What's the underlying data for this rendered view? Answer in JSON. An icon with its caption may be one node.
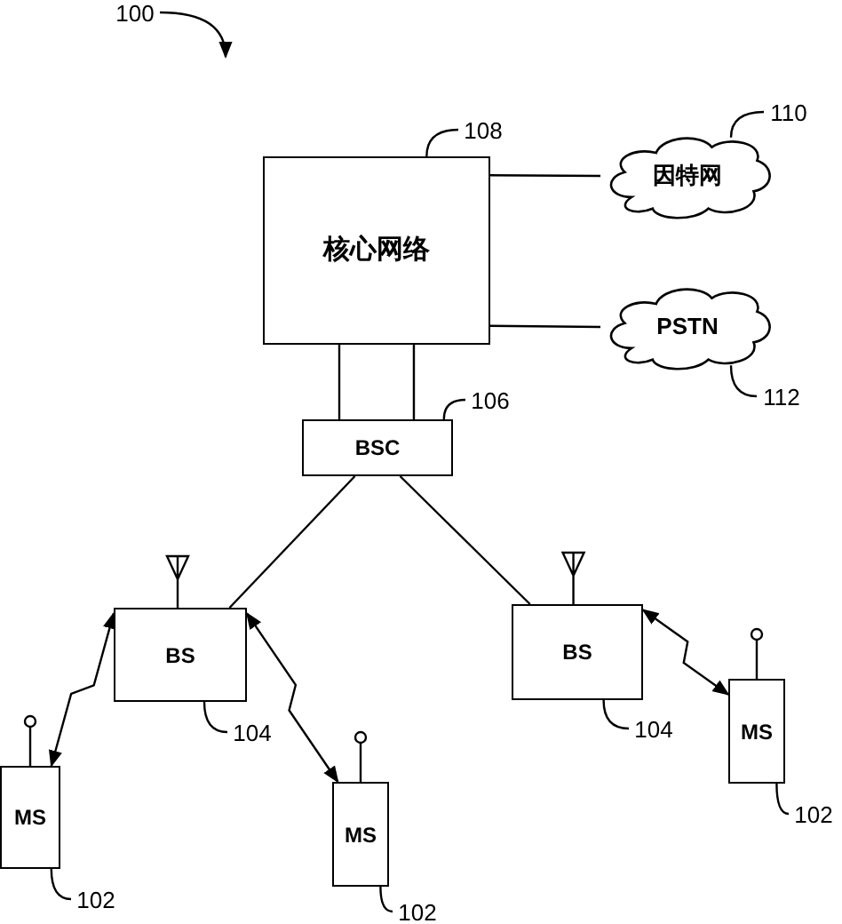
{
  "diagram": {
    "nodes": [
      {
        "text": [
          "核心网络"
        ]
      },
      {
        "text": [
          "因特网"
        ]
      },
      {
        "text": [
          "PSTN"
        ]
      },
      {
        "text": [
          "BSC"
        ]
      },
      {
        "text": [
          "BS"
        ]
      },
      {
        "text": [
          "BS"
        ]
      },
      {
        "text": [
          "MS"
        ]
      },
      {
        "text": [
          "MS"
        ]
      },
      {
        "text": [
          "MS"
        ]
      },
      {
        "text": [
          "100"
        ]
      },
      {
        "text": [
          "108"
        ]
      },
      {
        "text": [
          "110"
        ]
      },
      {
        "text": [
          "112"
        ]
      },
      {
        "text": [
          "106"
        ]
      },
      {
        "text": [
          "104"
        ]
      },
      {
        "text": [
          "104"
        ]
      },
      {
        "text": [
          "102"
        ]
      },
      {
        "text": [
          "102"
        ]
      },
      {
        "text": [
          "102"
        ]
      }
    ],
    "edges": [
      {
        "from": 0,
        "to": 1,
        "arrow": "none"
      },
      {
        "from": 0,
        "to": 2,
        "arrow": "none"
      },
      {
        "from": 0,
        "to": 3,
        "arrow": "none"
      },
      {
        "from": 0,
        "to": 3,
        "arrow": "none"
      },
      {
        "from": 3,
        "to": 4,
        "arrow": "none"
      },
      {
        "from": 3,
        "to": 5,
        "arrow": "none"
      },
      {
        "from": 4,
        "to": 6,
        "arrow": "both"
      },
      {
        "from": 4,
        "to": 7,
        "arrow": "both"
      },
      {
        "from": 5,
        "to": 8,
        "arrow": "both"
      },
      {
        "from": 10,
        "to": 0,
        "arrow": "none"
      },
      {
        "from": 11,
        "to": 1,
        "arrow": "none"
      },
      {
        "from": 12,
        "to": 2,
        "arrow": "none"
      },
      {
        "from": 13,
        "to": 3,
        "arrow": "none"
      },
      {
        "from": 14,
        "to": 4,
        "arrow": "none"
      },
      {
        "from": 15,
        "to": 5,
        "arrow": "none"
      },
      {
        "from": 16,
        "to": 6,
        "arrow": "none"
      },
      {
        "from": 17,
        "to": 7,
        "arrow": "none"
      },
      {
        "from": 18,
        "to": 8,
        "arrow": "none"
      },
      {
        "from": 9,
        "to": null,
        "arrow": "to"
      }
    ]
  }
}
